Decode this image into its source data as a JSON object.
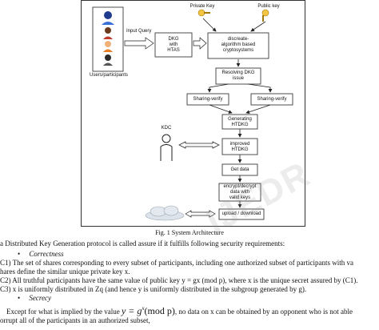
{
  "figure": {
    "labels": {
      "input_query": "Input\nQuery",
      "users": "Users/participants",
      "private_key": "Private Key",
      "public_key": "Public key",
      "dkg": "DKG\nwith\nHTAS",
      "crypto": "discreate-\nalgorithm based\ncryptosystems",
      "resolving": "Resolving DKG\nissue",
      "sharing_left": "Sharing-verify",
      "sharing_right": "Sharing-verify",
      "generating": "Generating\nHTDKG",
      "kdc": "KDC",
      "improved": "improved\nHTDKG",
      "get_data": "Get data",
      "encrypt": "encrypt/decrypt\ndata with\nvalid keys",
      "upload": "upload / download"
    },
    "caption": "Fig. 1 System Architecture"
  },
  "text": {
    "l1": "a Distributed Key Generation protocol is called assure if it fulfills following security requirements:",
    "l2_bullet": "•",
    "l2": "Correctness",
    "l3": "C1) The set of shares corresponding to every subset of participants, including one authorized subset of participants with va",
    "l4": "hares define the similar unique private key x.",
    "l5": "C2) All truthful participants have the same value of public key y = gx (mod p), where x is the unique secret assured by (C1).",
    "l6": "C3) x is uniformly distributed in Zq (and hence y is uniformly distributed in the subgroup generated by g).",
    "l7_bullet": "•",
    "l7": "Secrecy",
    "l8a": "Except for what is implied by the value",
    "l8_formula_y": "y = g",
    "l8_formula_x": "x",
    "l8_formula_mod": "(mod p)",
    "l8b": ", no data on x can be obtained by an opponent who is not able",
    "l9": "orrupt all of the participants in an authorized subset,"
  },
  "watermark": "IJEDR"
}
